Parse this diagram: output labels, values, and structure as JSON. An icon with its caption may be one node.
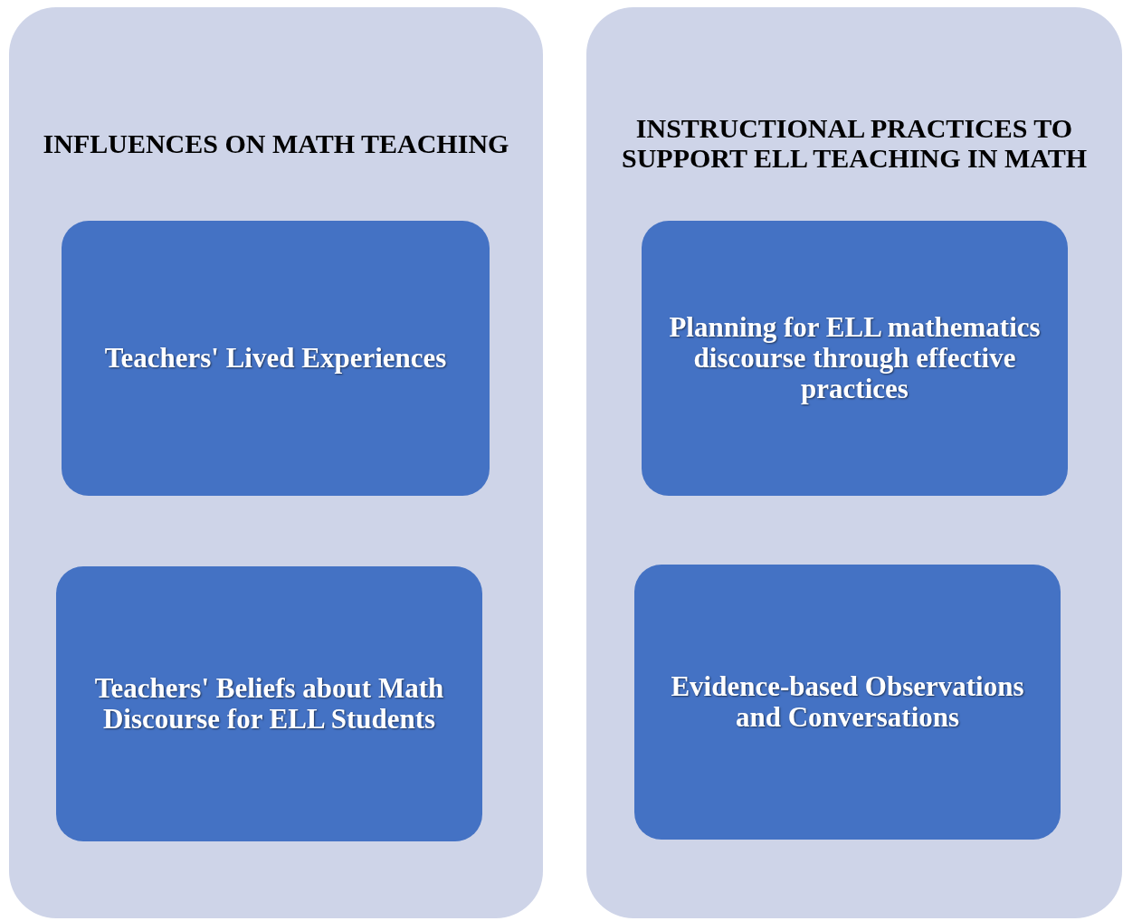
{
  "diagram": {
    "nodes": [
      {
        "text": [
          "INFLUENCES ON MATH TEACHING"
        ]
      },
      {
        "text": [
          "Teachers' Lived Experiences"
        ],
        "in": 0
      },
      {
        "text": [
          "Teachers' Beliefs about Math Discourse for ELL Students"
        ],
        "in": 0
      },
      {
        "text": [
          "INSTRUCTIONAL PRACTICES TO SUPPORT ELL TEACHING IN MATH"
        ]
      },
      {
        "text": [
          "Planning for ELL mathematics discourse through effective practices"
        ],
        "in": 3
      },
      {
        "text": [
          "Evidence-based Observations and Conversations"
        ],
        "in": 3
      }
    ]
  }
}
